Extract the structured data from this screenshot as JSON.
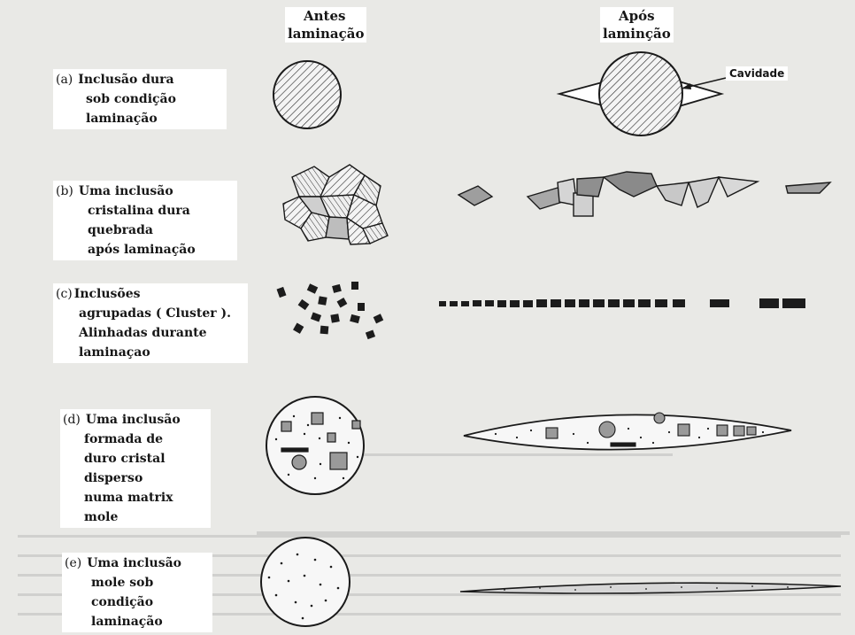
{
  "headers": {
    "before": [
      "Antes",
      "laminação"
    ],
    "after": [
      "Após",
      "laminção"
    ]
  },
  "callout": {
    "cavity": "Cavidade"
  },
  "rows": [
    {
      "prefix": "(a)",
      "lines": [
        "Inclusão dura",
        "sob condição",
        "laminação"
      ]
    },
    {
      "prefix": "(b)",
      "lines": [
        "Uma inclusão",
        "cristalina dura",
        "quebrada",
        "após laminação"
      ]
    },
    {
      "prefix": "(c)",
      "lines": [
        "Inclusões",
        "agrupadas ( Cluster ).",
        "Alinhadas durante",
        "laminaçao"
      ]
    },
    {
      "prefix": "(d)",
      "lines": [
        "Uma inclusão",
        "formada de",
        "duro cristal",
        "disperso",
        "numa matrix",
        "mole"
      ]
    },
    {
      "prefix": "(e)",
      "lines": [
        "Uma inclusão",
        "mole sob",
        "condição",
        "laminação"
      ]
    }
  ],
  "colors": {
    "paper": "#e9e9e6",
    "ink": "#161616",
    "label_bg": "#ffffff",
    "fill_light": "#d8d8d8",
    "fill_dark": "#9a9a9a"
  }
}
